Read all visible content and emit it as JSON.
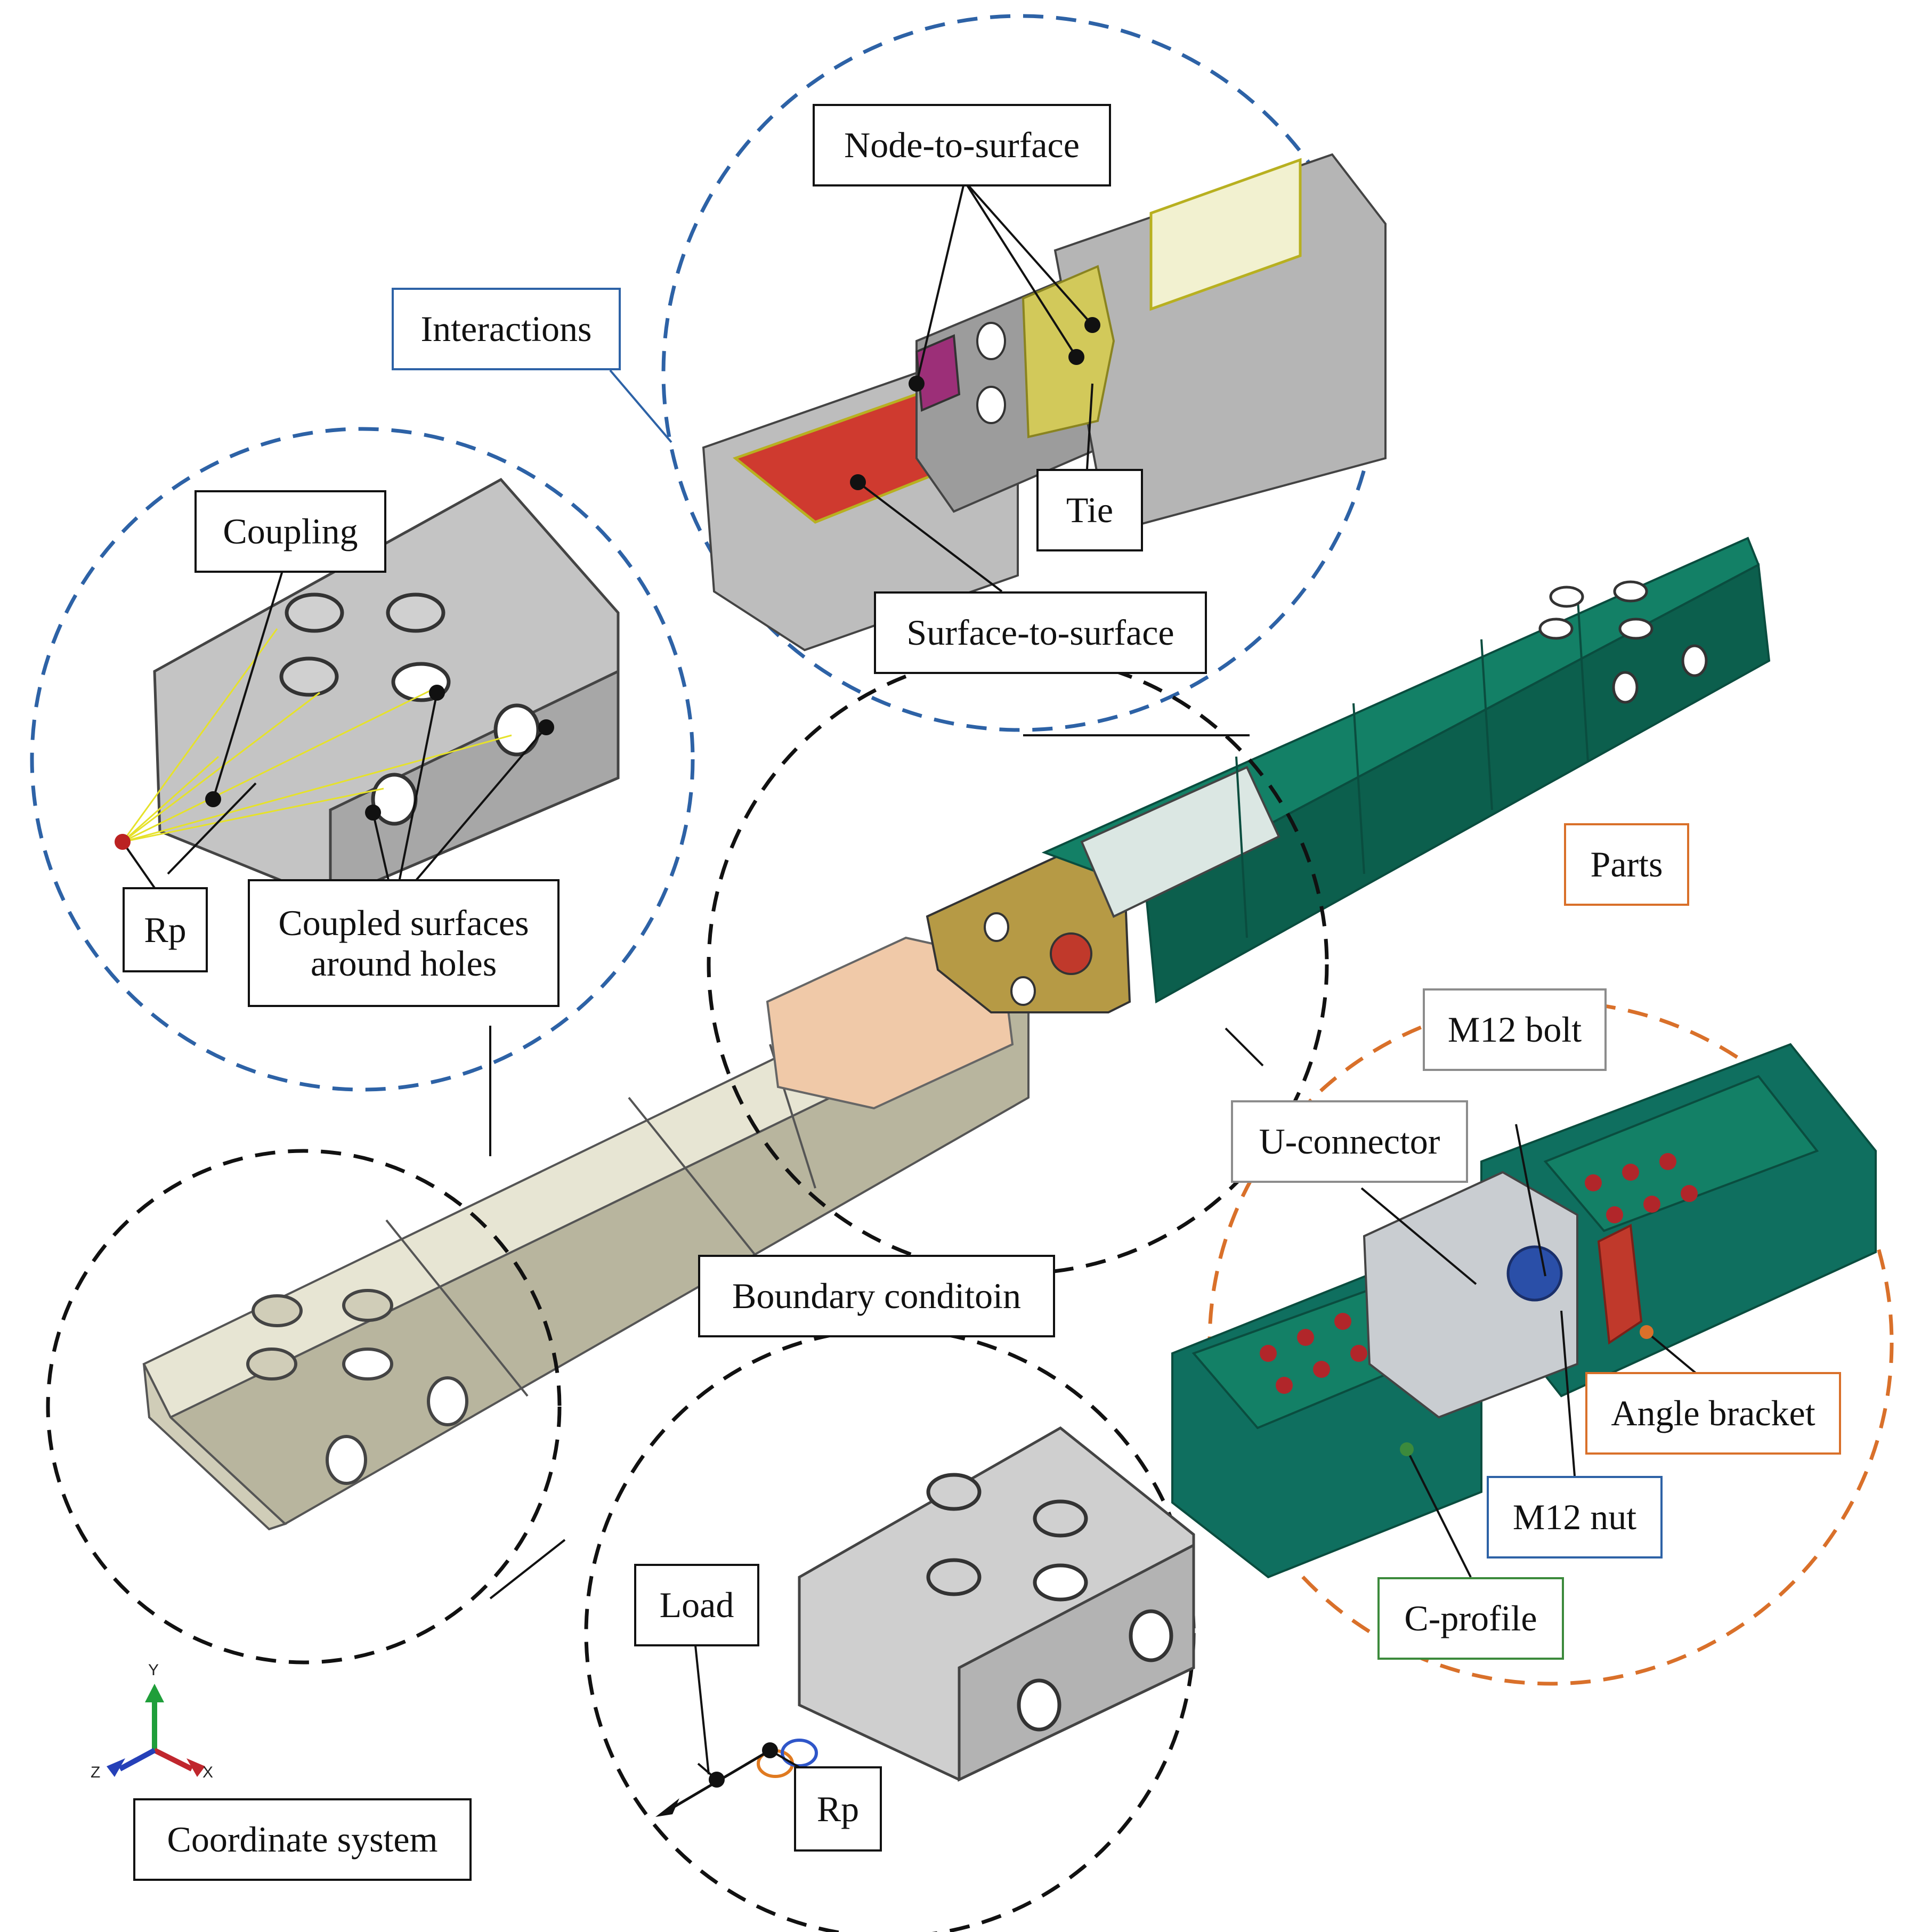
{
  "title": "",
  "groups": {
    "interactions": {
      "label": "Interactions",
      "items": [
        {
          "label": "Node-to-surface"
        },
        {
          "label": "Tie"
        },
        {
          "label": "Surface-to-surface"
        },
        {
          "label": "Coupling"
        },
        {
          "label": "Rp"
        },
        {
          "label": "Coupled surfaces around holes"
        }
      ]
    },
    "parts": {
      "label": "Parts",
      "items": [
        {
          "label": "M12 bolt"
        },
        {
          "label": "U-connector"
        },
        {
          "label": "Angle bracket"
        },
        {
          "label": "M12 nut"
        },
        {
          "label": "C-profile"
        }
      ]
    },
    "boundary": {
      "label": "Boundary conditoin",
      "items": [
        {
          "label": "Load"
        },
        {
          "label": "Rp"
        }
      ]
    }
  },
  "coordinate_system": {
    "label": "Coordinate system",
    "axes": {
      "y": "Y",
      "x": "X",
      "z": "Z"
    }
  },
  "colors": {
    "interactions_border": "#2d62a6",
    "parts_border": "#d9702a",
    "boundary_border": "#111111",
    "c_profile_green": "#0f6f5f",
    "c_profile_beige": "#d8d6c3",
    "angle_bracket_red": "#c0392b",
    "m12_nut_blue": "#2a4fa8",
    "coupling_yellow": "#e6e22a"
  }
}
